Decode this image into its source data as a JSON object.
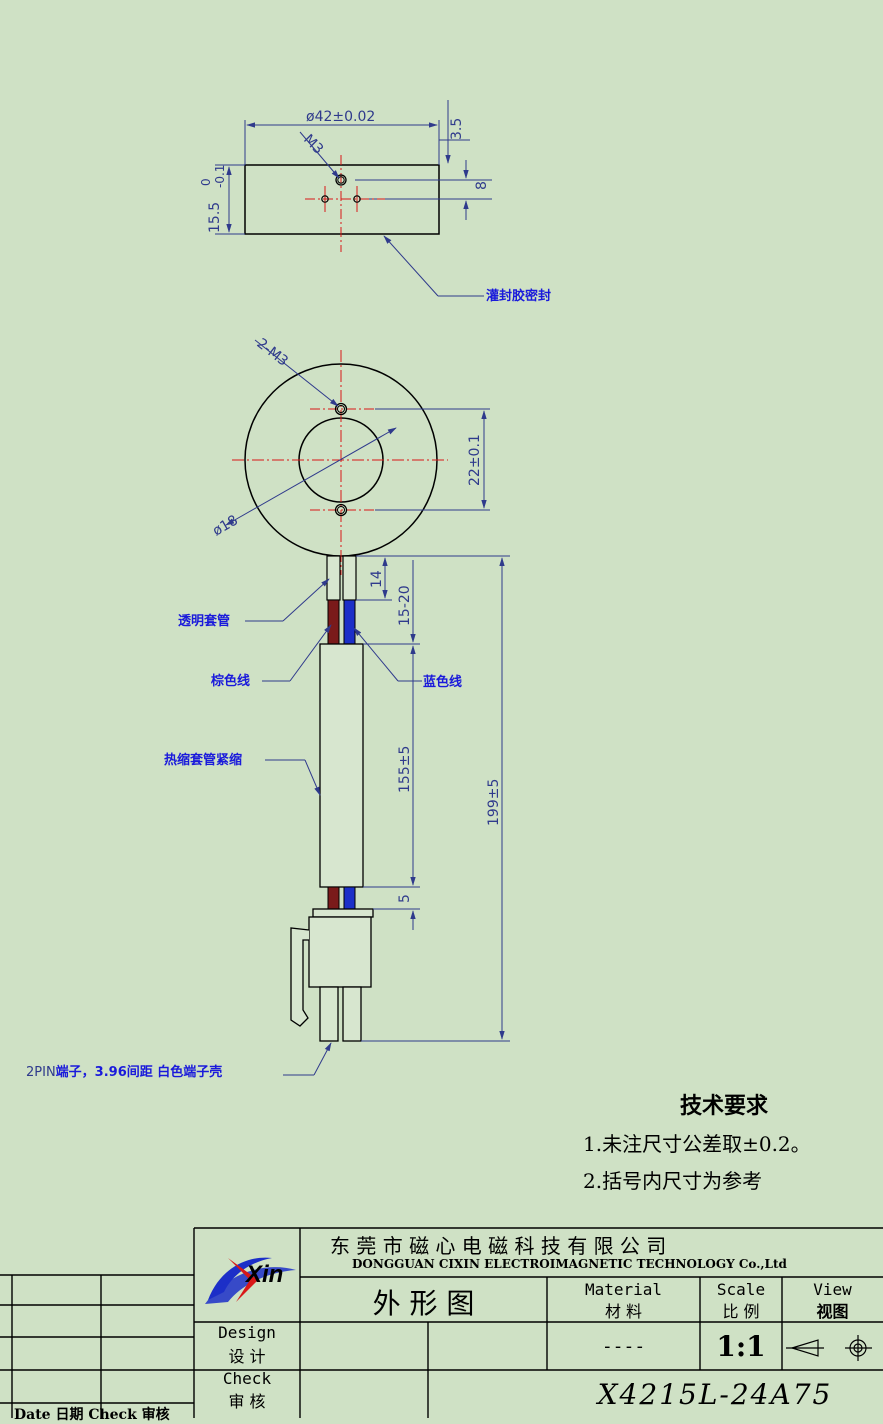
{
  "dimensions": {
    "diameter_top": "ø42±0.02",
    "thread_top": "M3",
    "height": "15.5",
    "height_tol_upper": "0",
    "height_tol_lower": "-0.1",
    "top_offset": "3.5",
    "hole_spacing": "8",
    "thread_front": "2-M3",
    "pitch": "22±0.1",
    "inner_dia": "ø18",
    "sleeve_len": "14",
    "wire_exposed": "15-20",
    "shrink_len": "155±5",
    "total_len": "199±5",
    "end_len": "5"
  },
  "notes": {
    "potting": "灌封胶密封",
    "clear_sleeve": "透明套管",
    "brown_wire": "棕色线",
    "blue_wire": "蓝色线",
    "shrink_sleeve": "热缩套管紧缩",
    "terminal_prefix": "2PIN",
    "terminal_rest": "端子，3.96间距 白色端子壳"
  },
  "tech": {
    "title": "技术要求",
    "item1": "1.未注尺寸公差取±0.2。",
    "item2": "2.括号内尺寸为参考"
  },
  "title_block": {
    "company_cn": "东 莞 市 磁 心 电 磁 科 技 有 限 公 司",
    "company_en": "DONGGUAN   CIXIN  ELECTROIMAGNETIC   TECHNOLOGY   Co.,Ltd",
    "logo_text": "Xin",
    "drawing_name": "外 形 图",
    "material_en": "Material",
    "material_cn": "材 料",
    "scale_en": "Scale",
    "scale_cn": "比 例",
    "view_en": "View",
    "view_cn": "视图",
    "design_en": "Design",
    "design_cn": "设 计",
    "check_en": "Check",
    "check_cn": "审 核",
    "material_value": "----",
    "scale_value": "1:1",
    "part_number": "X4215L-24A75",
    "revision_header": "Date 日期 Check 审核"
  },
  "colors": {
    "background": "#cfe1c5",
    "dimension": "#2f3a8c",
    "leader_note": "#1a1adb",
    "centerline": "#d81818",
    "brown_wire": "#7a1a1a",
    "blue_wire": "#1c2fc8"
  }
}
